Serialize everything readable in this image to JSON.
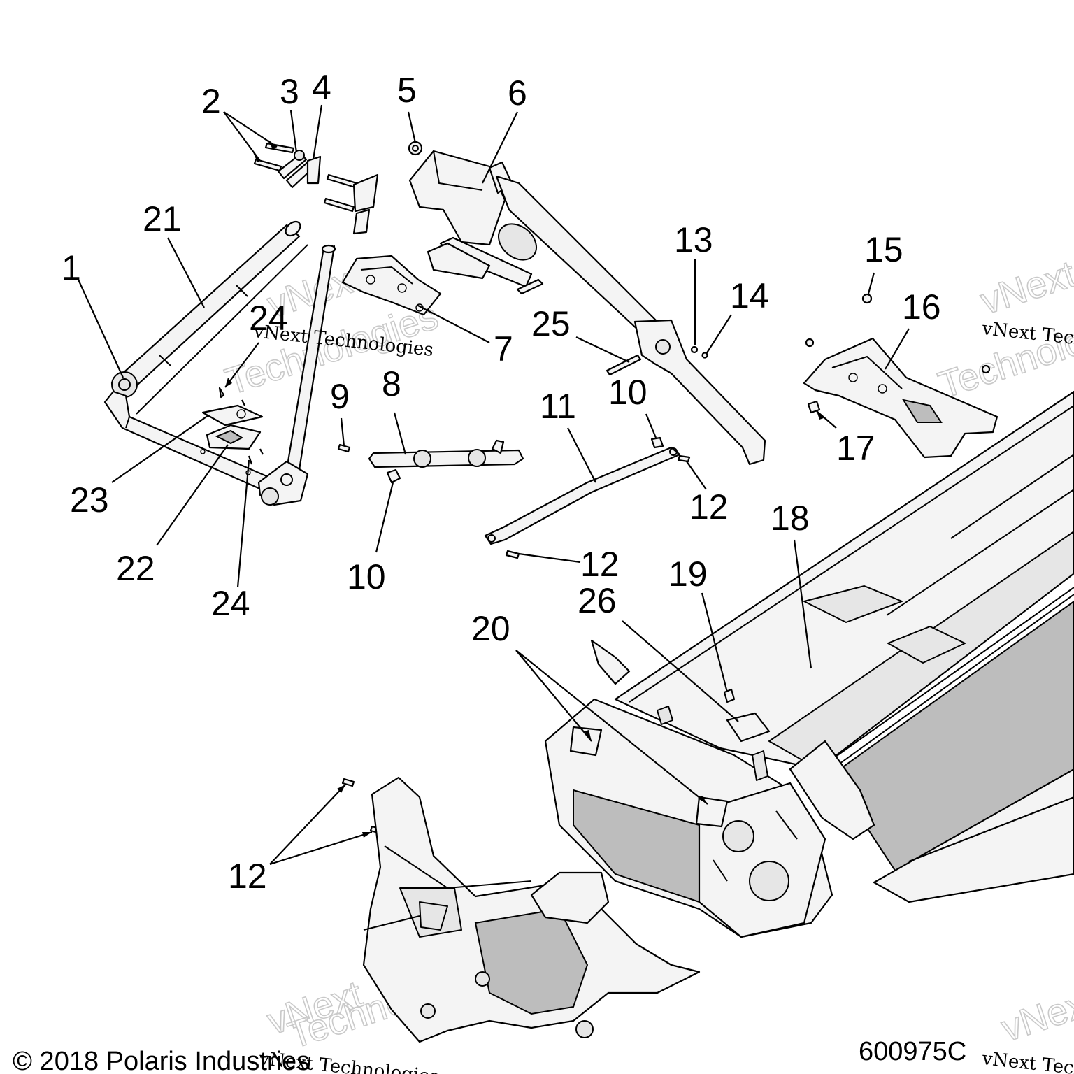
{
  "callouts": [
    {
      "id": "1",
      "text": "1"
    },
    {
      "id": "2",
      "text": "2"
    },
    {
      "id": "3",
      "text": "3"
    },
    {
      "id": "4",
      "text": "4"
    },
    {
      "id": "5",
      "text": "5"
    },
    {
      "id": "6",
      "text": "6"
    },
    {
      "id": "7",
      "text": "7"
    },
    {
      "id": "8",
      "text": "8"
    },
    {
      "id": "9",
      "text": "9"
    },
    {
      "id": "10a",
      "text": "10"
    },
    {
      "id": "10b",
      "text": "10"
    },
    {
      "id": "11",
      "text": "11"
    },
    {
      "id": "12a",
      "text": "12"
    },
    {
      "id": "12b",
      "text": "12"
    },
    {
      "id": "12c",
      "text": "12"
    },
    {
      "id": "13",
      "text": "13"
    },
    {
      "id": "14",
      "text": "14"
    },
    {
      "id": "15",
      "text": "15"
    },
    {
      "id": "16",
      "text": "16"
    },
    {
      "id": "17",
      "text": "17"
    },
    {
      "id": "18",
      "text": "18"
    },
    {
      "id": "19",
      "text": "19"
    },
    {
      "id": "20",
      "text": "20"
    },
    {
      "id": "21",
      "text": "21"
    },
    {
      "id": "22",
      "text": "22"
    },
    {
      "id": "23",
      "text": "23"
    },
    {
      "id": "24a",
      "text": "24"
    },
    {
      "id": "24b",
      "text": "24"
    },
    {
      "id": "25",
      "text": "25"
    },
    {
      "id": "26",
      "text": "26"
    }
  ],
  "footer": {
    "copyright": "© 2018 Polaris Industries",
    "part_number": "600975C"
  },
  "watermark": {
    "text": "vNext Technologies",
    "word1": "vNext",
    "word2": "Technologies"
  }
}
